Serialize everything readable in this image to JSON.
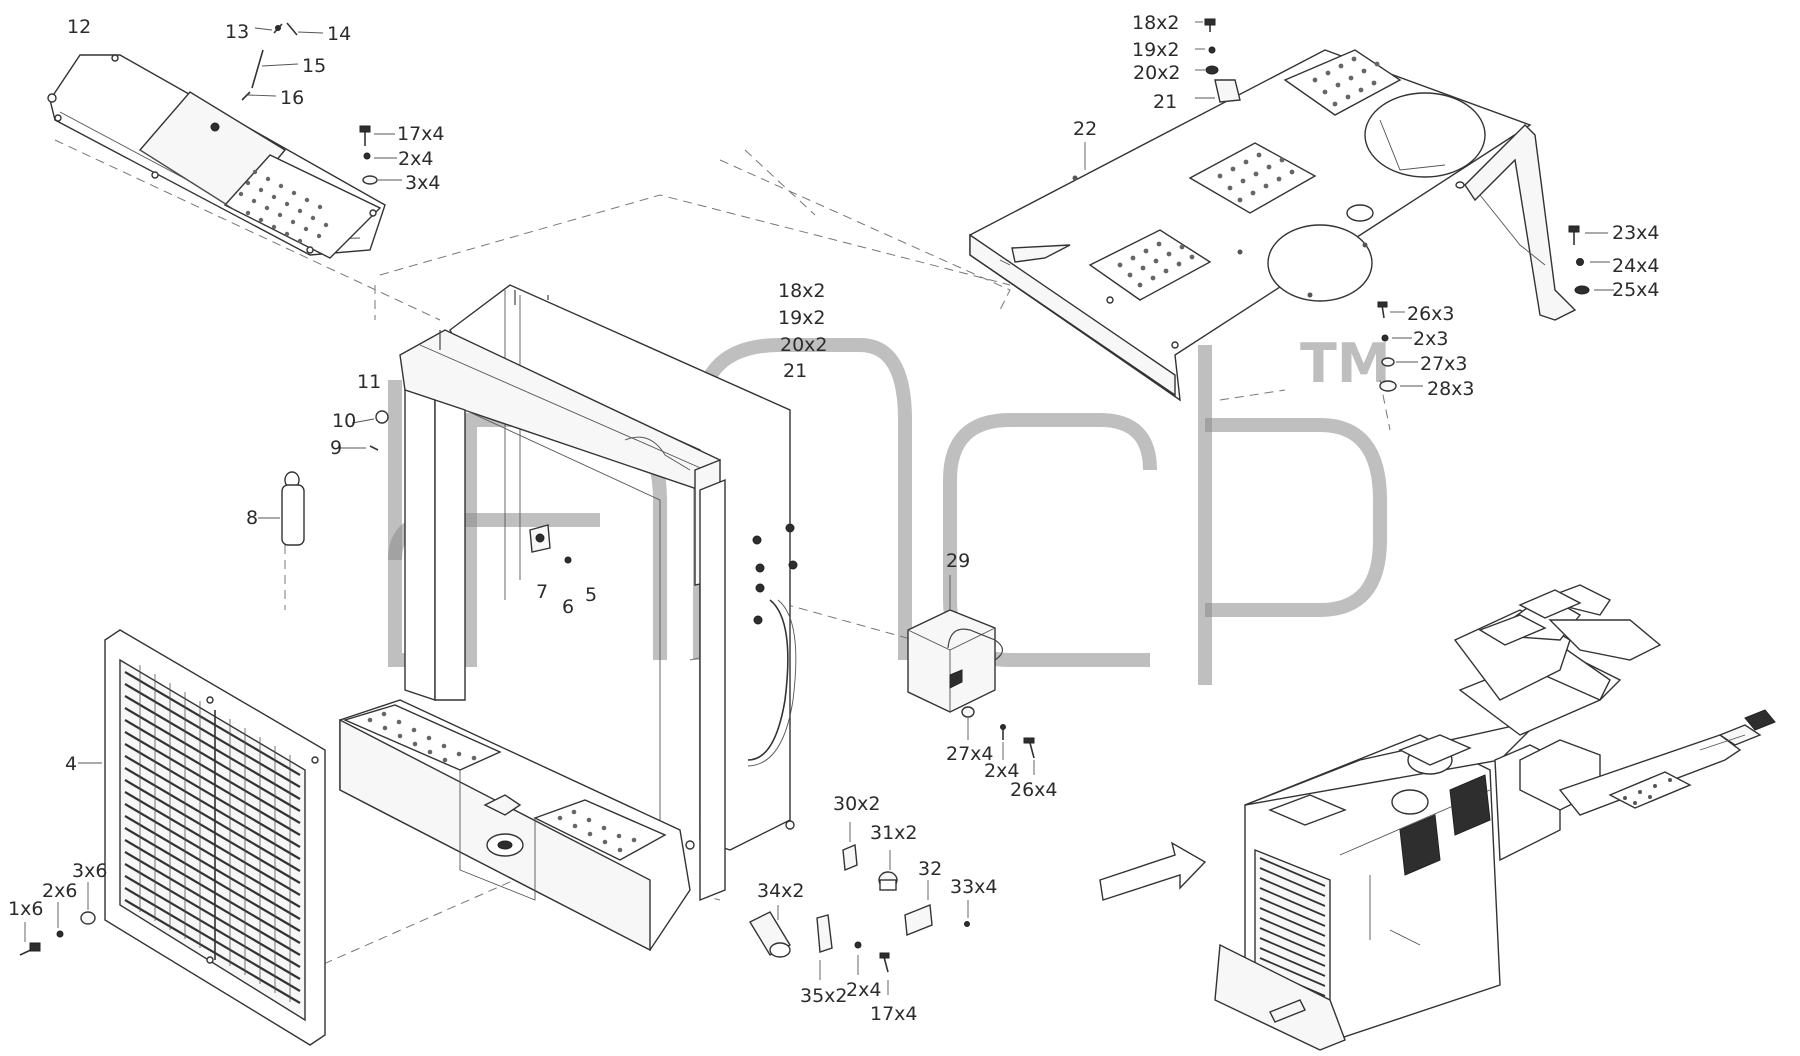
{
  "diagram": {
    "watermark": {
      "text": "TM",
      "logo": "agp-logo"
    },
    "labels": {
      "l12": "12",
      "l13": "13",
      "l14": "14",
      "l15": "15",
      "l16": "16",
      "l17a": "17x4",
      "l2a": "2x4",
      "l3a": "3x4",
      "l18a": "18x2",
      "l19a": "19x2",
      "l20a": "20x2",
      "l21a": "21",
      "l22": "22",
      "l23": "23x4",
      "l24": "24x4",
      "l25": "25x4",
      "l26a": "26x3",
      "l2b": "2x3",
      "l27a": "27x3",
      "l28": "28x3",
      "l18b": "18x2",
      "l19b": "19x2",
      "l20b": "20x2",
      "l21b": "21",
      "l11": "11",
      "l10": "10",
      "l9": "9",
      "l8": "8",
      "l7": "7",
      "l6": "6",
      "l5": "5",
      "l29": "29",
      "l27b": "27x4",
      "l2c": "2x4",
      "l26b": "26x4",
      "l4": "4",
      "l1": "1x6",
      "l2d": "2x6",
      "l3b": "3x6",
      "l30": "30x2",
      "l31": "31x2",
      "l32": "32",
      "l33": "33x4",
      "l34": "34x2",
      "l35": "35x2",
      "l2e": "2x4",
      "l17b": "17x4"
    }
  }
}
